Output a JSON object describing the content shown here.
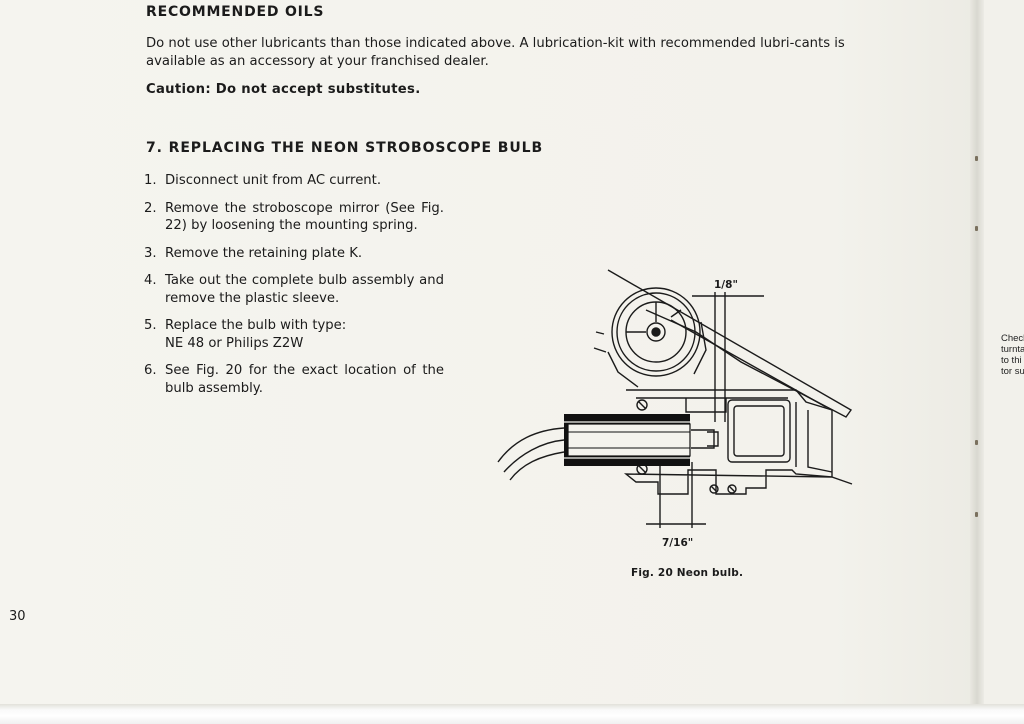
{
  "oils": {
    "title": "RECOMMENDED OILS",
    "text": "Do not use other lubricants than those indicated above. A lubrication-kit with recommended lubri-cants is available as an accessory at your franchised dealer.",
    "caution": "Caution: Do not accept substitutes."
  },
  "section": {
    "title": "7. REPLACING THE NEON STROBOSCOPE BULB",
    "steps": [
      {
        "num": "1.",
        "text": "Disconnect unit from AC current."
      },
      {
        "num": "2.",
        "text": "Remove the stroboscope mirror (See Fig. 22) by loosening the mounting spring."
      },
      {
        "num": "3.",
        "text": "Remove the retaining plate K."
      },
      {
        "num": "4.",
        "text": "Take out the complete bulb assembly and remove the plastic sleeve."
      },
      {
        "num": "5.",
        "text": "Replace the bulb with type:\nNE 48 or Philips Z2W"
      },
      {
        "num": "6.",
        "text": "See Fig. 20 for the exact location of the bulb assembly."
      }
    ]
  },
  "figure": {
    "dim_top": "1/8\"",
    "dim_bottom": "7/16\"",
    "caption": "Fig. 20  Neon bulb."
  },
  "page_number": "30",
  "side_page": {
    "lines": [
      "Check",
      "turnta",
      "to thi",
      "tor su"
    ]
  }
}
